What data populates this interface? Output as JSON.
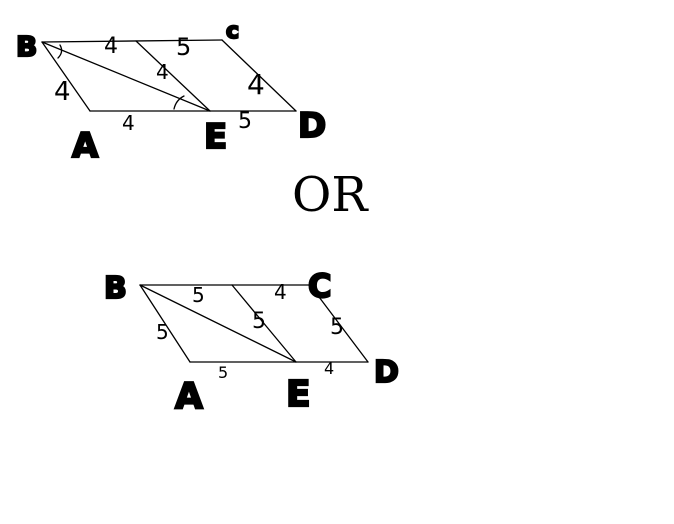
{
  "separator": "OR",
  "figure1": {
    "vertices": {
      "B": "B",
      "C": "c",
      "A": "A",
      "E": "E",
      "D": "D"
    },
    "lengths": {
      "bc_left": "4",
      "bc_right": "5",
      "ba": "4",
      "ae": "4",
      "ed": "5",
      "cd": "4",
      "ce": "4"
    }
  },
  "figure2": {
    "vertices": {
      "B": "B",
      "C": "C",
      "A": "A",
      "E": "E",
      "D": "D"
    },
    "lengths": {
      "bc_left": "5",
      "bc_right": "4",
      "ba": "5",
      "ae": "5",
      "ed": "4",
      "cd": "5",
      "ce": "5"
    }
  }
}
